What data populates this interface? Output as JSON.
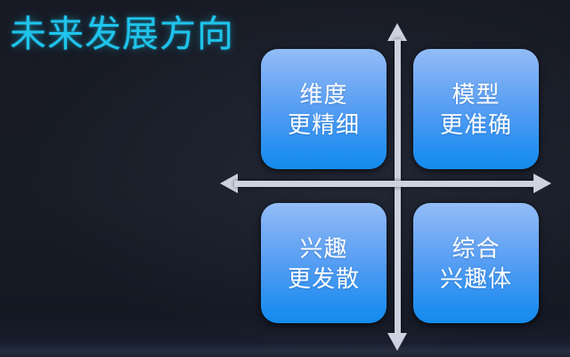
{
  "slide": {
    "title": "未来发展方向",
    "background_color": "#181c26",
    "title_color": "#1fc4ec",
    "axis_color": "#ccd2e0",
    "box_gradient_top": "#92bdf7",
    "box_gradient_bottom": "#158ced",
    "box_text_color": "#ffffff"
  },
  "axes": {
    "vertical": {
      "name": "vertical-axis",
      "arrow_up": "▲",
      "arrow_down": "▼"
    },
    "horizontal": {
      "name": "horizontal-axis",
      "arrow_left": "◀",
      "arrow_right": "▶"
    }
  },
  "quadrants": [
    {
      "id": "top-left",
      "line1": "维度",
      "line2": "更精细"
    },
    {
      "id": "top-right",
      "line1": "模型",
      "line2": "更准确"
    },
    {
      "id": "bottom-left",
      "line1": "兴趣",
      "line2": "更发散"
    },
    {
      "id": "bottom-right",
      "line1": "综合",
      "line2": "兴趣体"
    }
  ]
}
